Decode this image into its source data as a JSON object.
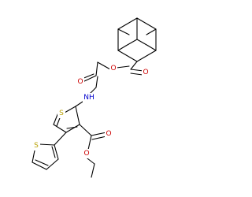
{
  "molecule": {
    "atoms": [
      {
        "id": "O_ester_ring",
        "symbol": "O",
        "color": "#cc0000"
      },
      {
        "id": "O_ester_carbonyl",
        "symbol": "O",
        "color": "#cc0000"
      },
      {
        "id": "O_amide",
        "symbol": "O",
        "color": "#cc0000"
      },
      {
        "id": "N_amide",
        "symbol": "NH",
        "color": "#0000cc"
      },
      {
        "id": "S_thiophene_main",
        "symbol": "S",
        "color": "#b8a000"
      },
      {
        "id": "O_ethyl_carbonyl",
        "symbol": "O",
        "color": "#cc0000"
      },
      {
        "id": "O_ethyl_ester",
        "symbol": "O",
        "color": "#cc0000"
      },
      {
        "id": "S_thiophene_side",
        "symbol": "S",
        "color": "#b8a000"
      }
    ],
    "bond_color": "#000000",
    "background": "#ffffff"
  }
}
